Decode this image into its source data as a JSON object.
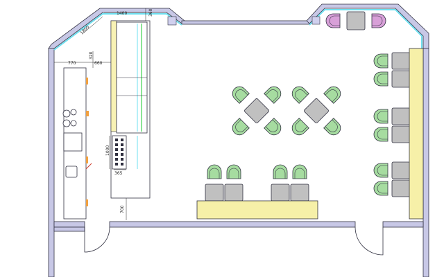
{
  "colors": {
    "wall": "#c8c8e6",
    "wall_stroke": "#303040",
    "glass": "#6ee0f0",
    "chair_green": "#a6dca0",
    "chair_purple": "#d8a0d8",
    "table_gray": "#c0c0c0",
    "bench_yellow": "#f6f0a8",
    "counter_yellow": "#f8f2b4",
    "accent_orange": "#f0a040"
  },
  "dimensions": {
    "d1400": "1400",
    "d360": "360",
    "d1800": "1800",
    "d770": "770",
    "d320": "320",
    "d660": "660",
    "d1000": "1000",
    "d365": "365",
    "d700": "700"
  }
}
